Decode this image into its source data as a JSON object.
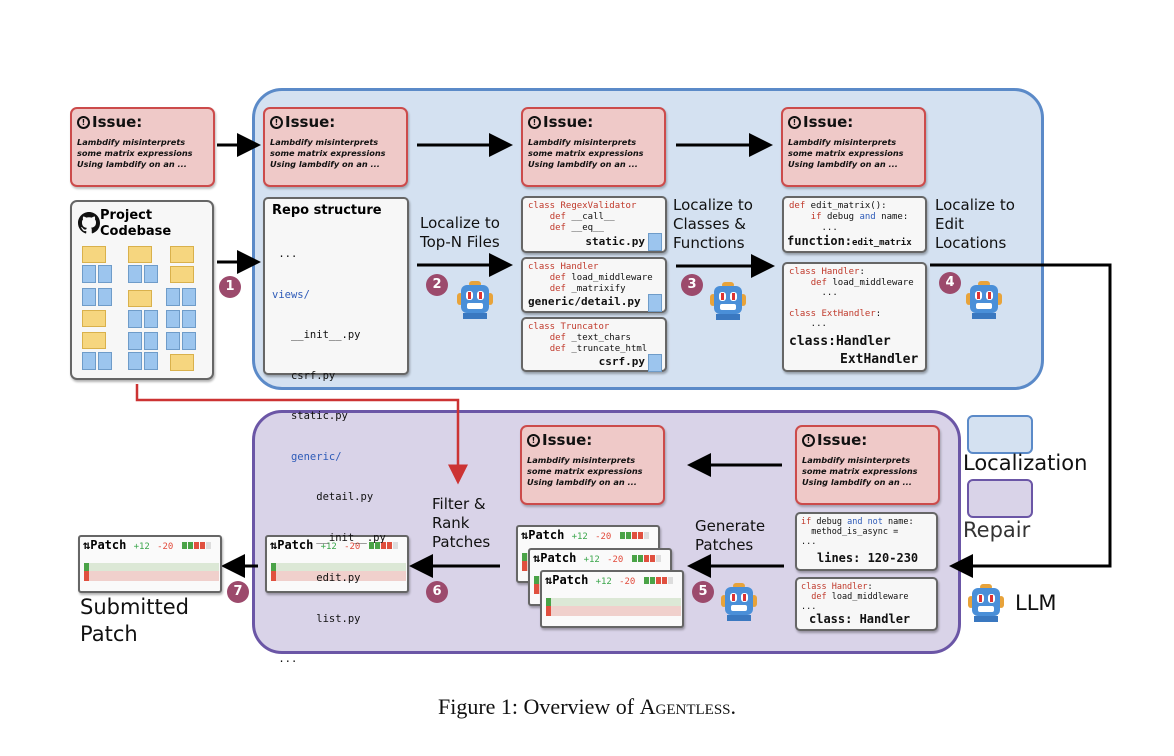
{
  "issue": {
    "title": "Issue:",
    "lines": [
      "Lambdify misinterprets",
      "some matrix expressions",
      "Using lambdify on an ..."
    ]
  },
  "codebase": {
    "title_line1": "Project",
    "title_line2": "Codebase"
  },
  "repo": {
    "title": "Repo structure",
    "lines": [
      " ...",
      "views/",
      "   __init__.py",
      "   csrf.py",
      "   static.py",
      "   generic/",
      "       detail.py",
      "       __init__.py",
      "       edit.py",
      "       list.py",
      " ..."
    ]
  },
  "files": [
    {
      "code": [
        "class RegexValidator",
        "    def __call__",
        "    def __eq__"
      ],
      "name": "static.py"
    },
    {
      "code": [
        "class Handler",
        "    def load_middleware",
        "    def _matrixify"
      ],
      "name": "generic/detail.py"
    },
    {
      "code": [
        "class Truncator",
        "    def _text_chars",
        "    def _truncate_html"
      ],
      "name": "csrf.py"
    }
  ],
  "functions": {
    "code": [
      "def edit_matrix():",
      "    if debug and name:",
      "      ..."
    ],
    "label": "function:",
    "value": "edit_matrix"
  },
  "classes": {
    "code": [
      "class Handler:",
      "    def load_middleware",
      "      ...",
      "",
      "class ExtHandler:",
      "    ..."
    ],
    "label": "class:Handler",
    "label2": "ExtHandler"
  },
  "edit_lines": {
    "code": [
      "if debug and not name:",
      "  method_is_async =",
      "..."
    ],
    "label": "lines: 120-230"
  },
  "edit_class": {
    "code": [
      "class Handler:",
      "  def load_middleware",
      "..."
    ],
    "label": "class: Handler"
  },
  "steps": {
    "s1": "1",
    "s2": "2",
    "s3": "3",
    "s4": "4",
    "s5": "5",
    "s6": "6",
    "s7": "7",
    "localize_files": [
      "Localize to",
      "Top-N Files"
    ],
    "localize_classes": [
      "Localize to",
      "Classes &",
      "Functions"
    ],
    "localize_edit": [
      "Localize to",
      "Edit",
      "Locations"
    ],
    "generate": [
      "Generate",
      "Patches"
    ],
    "filter": [
      "Filter &",
      "Rank",
      "Patches"
    ],
    "submitted": [
      "Submitted",
      "Patch"
    ]
  },
  "patch": {
    "title": "Patch",
    "added": "+12",
    "removed": "-20"
  },
  "legend": {
    "localization": "Localization",
    "repair": "Repair",
    "llm": "LLM",
    "localization_color": "#d4e1f1",
    "repair_color": "#d9d3e8"
  },
  "caption": {
    "prefix": "Figure 1: Overview of ",
    "name": "Agentless",
    "suffix": "."
  }
}
